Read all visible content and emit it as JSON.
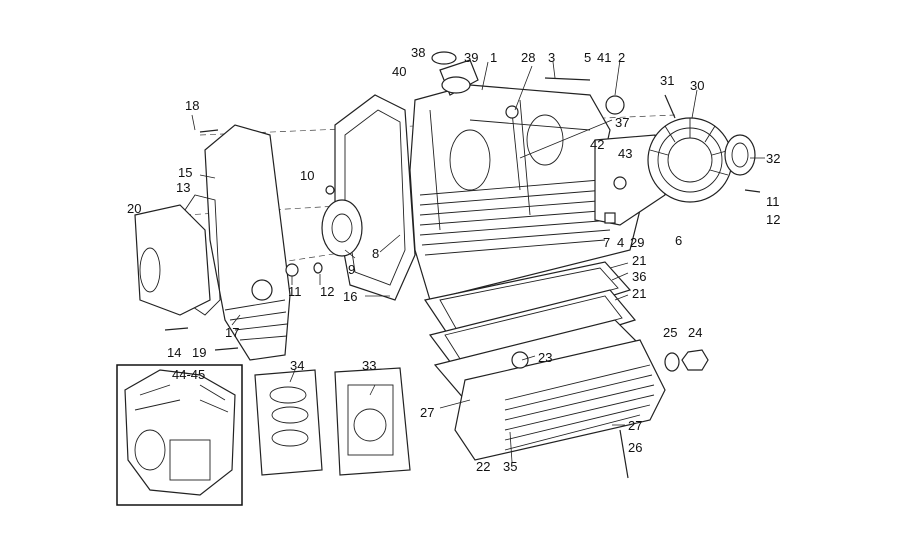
{
  "diagram": {
    "callouts": [
      "1",
      "2",
      "3",
      "4",
      "5",
      "6",
      "7",
      "8",
      "9",
      "10",
      "11",
      "11",
      "12",
      "12",
      "13",
      "14",
      "15",
      "16",
      "17",
      "18",
      "19",
      "20",
      "21",
      "21",
      "22",
      "23",
      "24",
      "25",
      "26",
      "27",
      "27",
      "28",
      "29",
      "30",
      "31",
      "32",
      "33",
      "34",
      "35",
      "36",
      "37",
      "38",
      "39",
      "40",
      "41",
      "42",
      "43",
      "44-45"
    ]
  }
}
